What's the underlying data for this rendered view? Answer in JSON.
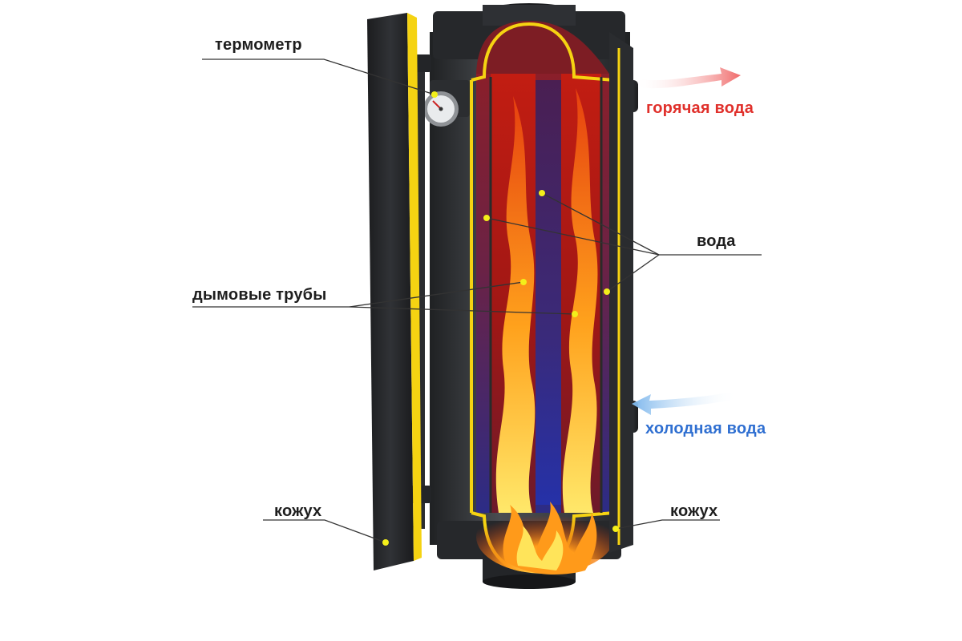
{
  "labels": {
    "thermometer": "термометр",
    "water": "вода",
    "smoke_tubes": "дымовые трубы",
    "hot_water": "горячая вода",
    "cold_water": "холодная вода",
    "casing_left": "кожух",
    "casing_right": "кожух"
  },
  "colors": {
    "label_text": "#1e1e1e",
    "hot_water": "#e0302b",
    "cold_water": "#2f6fd1",
    "callout_dot": "#f3ef1a",
    "casing": "#2b2d30",
    "weld_yellow": "#f5d312",
    "hot_arrow": "#f07070",
    "cold_arrow": "#8ec2ef"
  },
  "icons": {
    "hot_arrow": "arrow-right-icon",
    "cold_arrow": "arrow-left-icon",
    "thermometer": "thermometer-gauge-icon",
    "flame": "flame-icon"
  }
}
